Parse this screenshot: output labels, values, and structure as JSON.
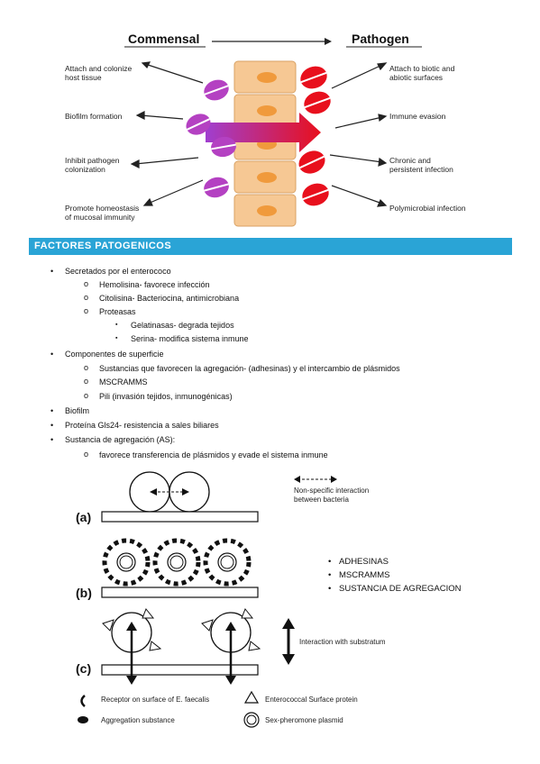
{
  "figure1": {
    "commensal": "Commensal",
    "pathogen": "Pathogen",
    "left": {
      "attach": [
        "Attach and colonize",
        "host tissue"
      ],
      "biofilm": [
        "Biofilm formation"
      ],
      "inhibit": [
        "Inhibit pathogen",
        "colonization"
      ],
      "homeostasis": [
        "Promote homeostasis",
        "of mucosal immunity"
      ]
    },
    "right": {
      "attach": [
        "Attach to biotic and",
        "abiotic surfaces"
      ],
      "immune": [
        "Immune evasion"
      ],
      "chronic": [
        "Chronic and",
        "persistent infection"
      ],
      "poly": [
        "Polymicrobial infection"
      ]
    },
    "colors": {
      "commensal": "#b441c2",
      "pathogen": "#e8101d",
      "cell": "#f6c894",
      "nucleus": "#f09a3c"
    }
  },
  "banner": "FACTORES PATOGENICOS",
  "list": {
    "l1": "Secretados por el enterococo",
    "l1a": "Hemolisina- favorece infección",
    "l1b": "Citolisina- Bacteriocina, antimicrobiana",
    "l1c": "Proteasas",
    "l1c1": "Gelatinasas- degrada tejidos",
    "l1c2": "Serina- modifica sistema inmune",
    "l2": "Componentes de superficie",
    "l2a": "Sustancias que favorecen la agregación- (adhesinas) y el intercambio de plásmidos",
    "l2b": "MSCRAMMS",
    "l2c": "Pili (invasión tejidos, inmunogénicas)",
    "l3": "Biofilm",
    "l4": "Proteína Gls24- resistencia a sales biliares",
    "l5": "Sustancia de agregación (AS):",
    "l5a": "favorece transferencia de plásmidos y evade el sistema inmune"
  },
  "figure2": {
    "a": "(a)",
    "b": "(b)",
    "c": "(c)",
    "nonspecific": [
      "Non-specific interaction",
      "between bacteria"
    ],
    "interaction": "Interaction with substratum",
    "side": [
      "ADHESINAS",
      "MSCRAMMS",
      "SUSTANCIA DE AGREGACION"
    ],
    "legend": {
      "receptor": "Receptor on surface of E. faecalis",
      "surface_protein": "Enterococcal Surface protein",
      "aggregation": "Aggregation substance",
      "plasmid": "Sex-pheromone plasmid"
    }
  }
}
